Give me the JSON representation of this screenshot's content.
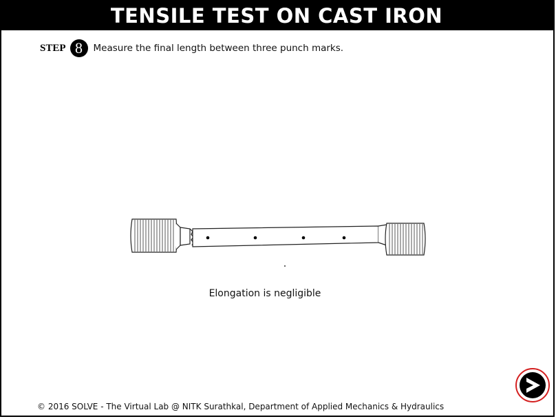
{
  "header": {
    "title": "TENSILE TEST ON CAST IRON"
  },
  "step": {
    "label": "STEP",
    "number": "8",
    "instruction": "Measure the final length between three punch marks."
  },
  "illustration": {
    "icon": "cast-iron-specimen-with-punch-marks",
    "caption": "Elongation is negligible"
  },
  "footer": {
    "copyright": "© 2016 SOLVE - The Virtual Lab @ NITK Surathkal, Department of Applied Mechanics & Hydraulics"
  },
  "navigation": {
    "next_icon": "next-arrow-icon",
    "ring_color": "#d42020"
  }
}
